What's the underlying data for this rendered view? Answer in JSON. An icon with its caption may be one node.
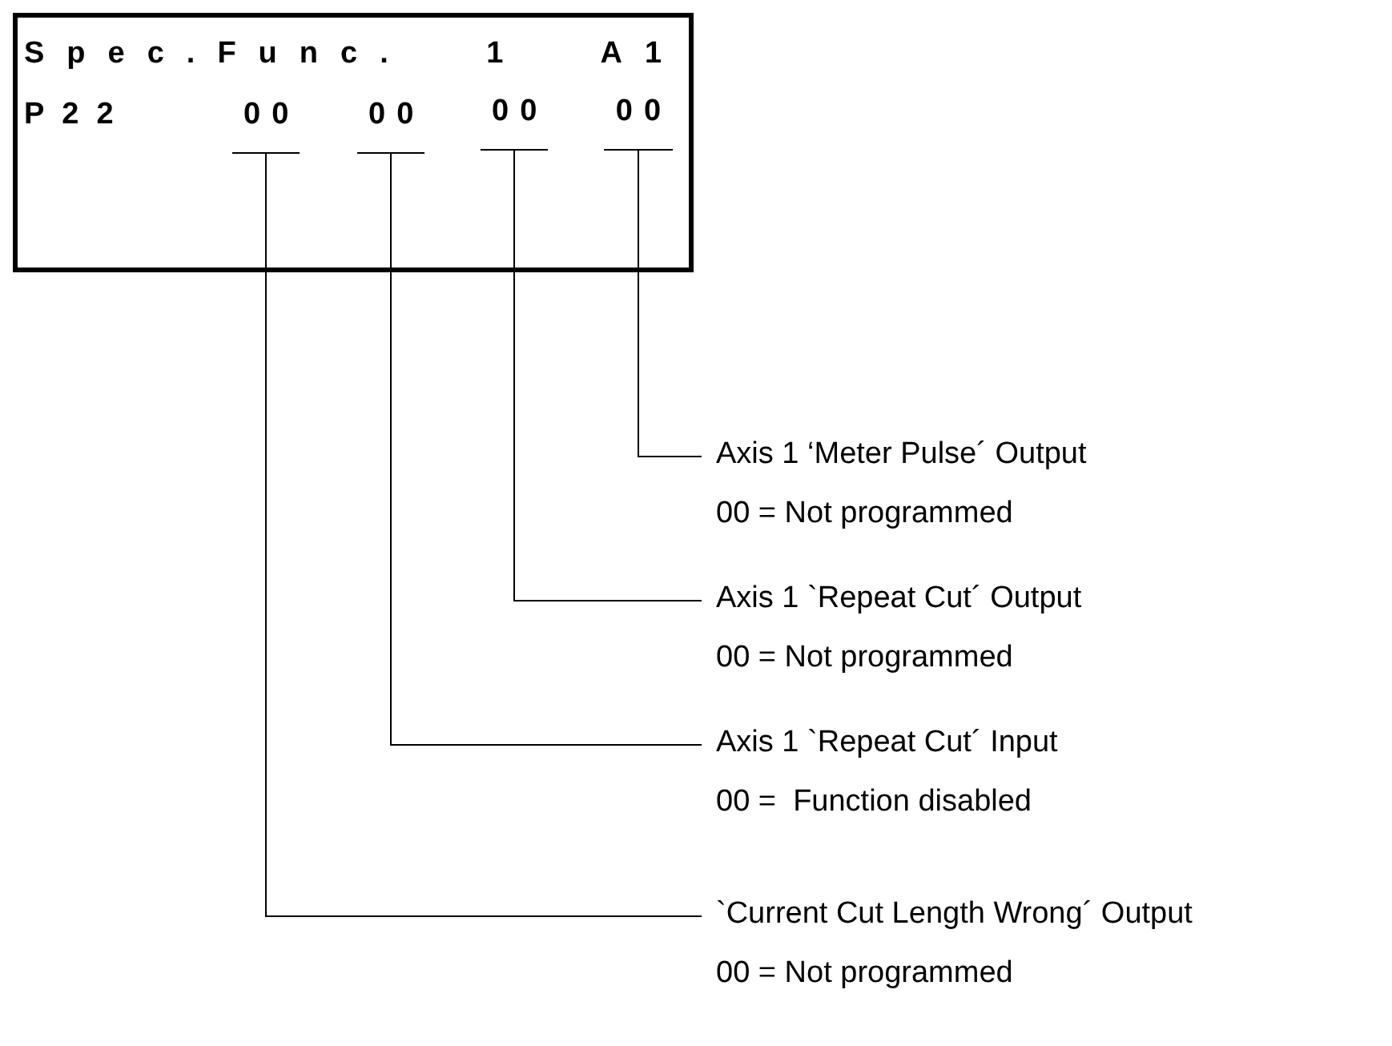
{
  "diagram": {
    "nodes": [
      {
        "text": [
          "Spec.Func. 1 A1",
          "P22"
        ]
      },
      {
        "text": [
          "00"
        ],
        "in": 0
      },
      {
        "text": [
          "00"
        ],
        "in": 0
      },
      {
        "text": [
          "00"
        ],
        "in": 0
      },
      {
        "text": [
          "00"
        ],
        "in": 0
      },
      {
        "text": [
          "Axis 1 ‘Meter Pulse´ Output",
          "00 = Not programmed"
        ]
      },
      {
        "text": [
          "Axis 1 `Repeat Cut´ Output",
          "00 = Not programmed"
        ]
      },
      {
        "text": [
          "Axis 1 `Repeat Cut´ Input",
          "00 =  Function disabled"
        ]
      },
      {
        "text": [
          "`Current Cut Length Wrong´ Output",
          "00 = Not programmed"
        ]
      }
    ],
    "edges": [
      {
        "from": 5,
        "to": 4,
        "arrow": "none"
      },
      {
        "from": 6,
        "to": 3,
        "arrow": "none"
      },
      {
        "from": 7,
        "to": 2,
        "arrow": "none"
      },
      {
        "from": 8,
        "to": 1,
        "arrow": "none"
      }
    ]
  }
}
